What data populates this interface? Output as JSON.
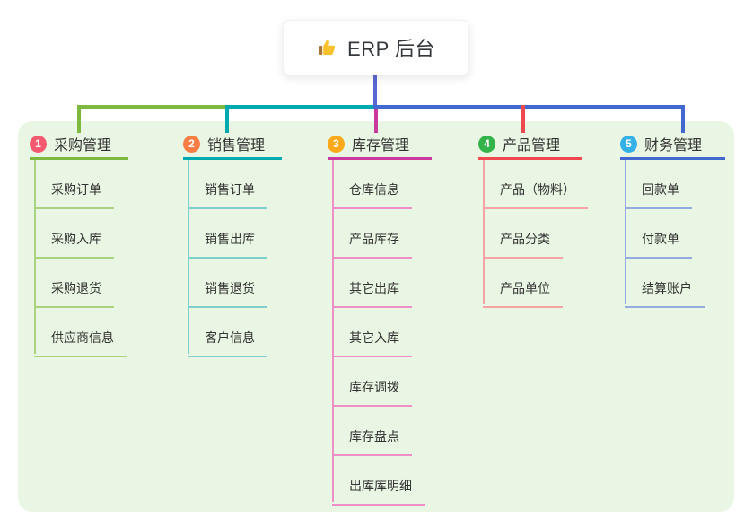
{
  "root": {
    "title": "ERP 后台",
    "icon": "thumbs-up-icon"
  },
  "colors": {
    "panel_bg": "#e9f6e3",
    "root_stem": "#5b67d2",
    "card_bg": "#ffffff",
    "text": "#333333"
  },
  "branches": [
    {
      "num": "1",
      "label": "采购管理",
      "badge_color": "#f5596f",
      "line_color": "#7cb93e",
      "child_line_color": "#a9d37f",
      "children": [
        "采购订单",
        "采购入库",
        "采购退货",
        "供应商信息"
      ]
    },
    {
      "num": "2",
      "label": "销售管理",
      "badge_color": "#f87d44",
      "line_color": "#00a9ad",
      "child_line_color": "#7fd0cc",
      "children": [
        "销售订单",
        "销售出库",
        "销售退货",
        "客户信息"
      ]
    },
    {
      "num": "3",
      "label": "库存管理",
      "badge_color": "#fba919",
      "line_color": "#c9399e",
      "child_line_color": "#ef8fc5",
      "children": [
        "仓库信息",
        "产品库存",
        "其它出库",
        "其它入库",
        "库存调拨",
        "库存盘点",
        "出库库明细"
      ]
    },
    {
      "num": "4",
      "label": "产品管理",
      "badge_color": "#34b34a",
      "line_color": "#f0484f",
      "child_line_color": "#f7a2a5",
      "children": [
        "产品（物料）",
        "产品分类",
        "产品单位"
      ]
    },
    {
      "num": "5",
      "label": "财务管理",
      "badge_color": "#33b0e8",
      "line_color": "#4169cf",
      "child_line_color": "#93abdf",
      "children": [
        "回款单",
        "付款单",
        "结算账户"
      ]
    }
  ]
}
